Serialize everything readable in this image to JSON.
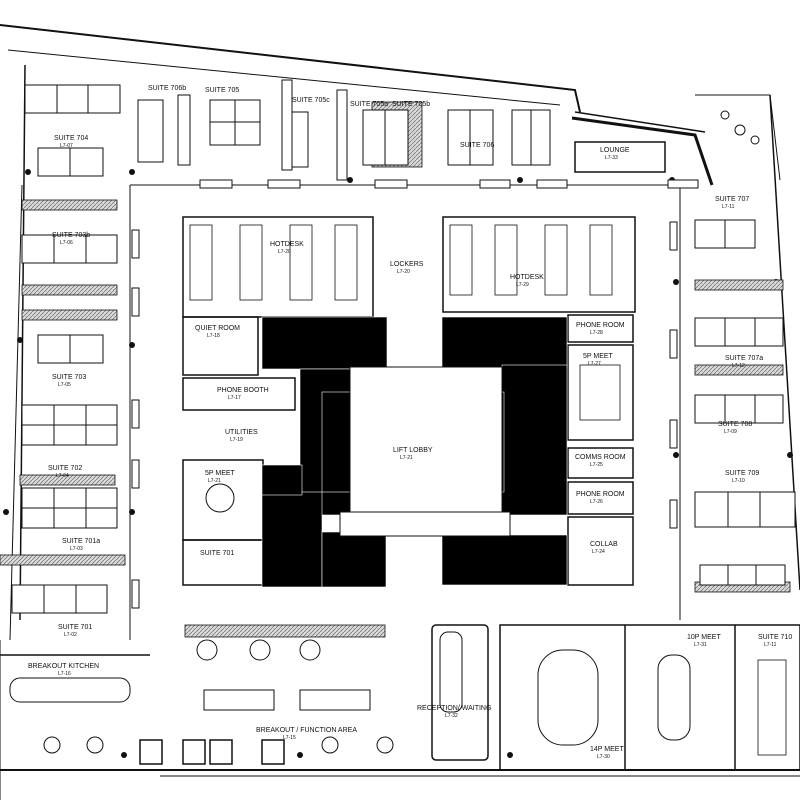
{
  "rooms": [
    {
      "id": "suite-706b",
      "name": "SUITE 706b",
      "code": ""
    },
    {
      "id": "suite-705",
      "name": "SUITE 705",
      "code": ""
    },
    {
      "id": "suite-705c",
      "name": "SUITE 705c",
      "code": ""
    },
    {
      "id": "suite-705a",
      "name": "SUITE 705a",
      "code": ""
    },
    {
      "id": "suite-705b",
      "name": "SUITE 705b",
      "code": ""
    },
    {
      "id": "suite-706",
      "name": "SUITE 706",
      "code": ""
    },
    {
      "id": "lounge",
      "name": "LOUNGE",
      "code": "L7-33"
    },
    {
      "id": "suite-704",
      "name": "SUITE 704",
      "code": "L7-07"
    },
    {
      "id": "suite-703b",
      "name": "SUITE 703b",
      "code": "L7-06"
    },
    {
      "id": "suite-703",
      "name": "SUITE 703",
      "code": "L7-05"
    },
    {
      "id": "suite-702",
      "name": "SUITE 702",
      "code": "L7-04"
    },
    {
      "id": "suite-701a",
      "name": "SUITE 701a",
      "code": "L7-03"
    },
    {
      "id": "suite-701",
      "name": "SUITE 701",
      "code": "L7-02"
    },
    {
      "id": "breakout-kitchen",
      "name": "BREAKOUT KITCHEN",
      "code": "L7-16"
    },
    {
      "id": "hotdesk-w",
      "name": "HOTDESK",
      "code": "L7-20"
    },
    {
      "id": "lockers",
      "name": "LOCKERS",
      "code": "L7-20"
    },
    {
      "id": "hotdesk-e",
      "name": "HOTDESK",
      "code": "L7-29"
    },
    {
      "id": "quiet-room",
      "name": "QUIET ROOM",
      "code": "L7-18"
    },
    {
      "id": "phone-booth",
      "name": "PHONE BOOTH",
      "code": "L7-17"
    },
    {
      "id": "utilities",
      "name": "UTILITIES",
      "code": "L7-19"
    },
    {
      "id": "meet-5p-w",
      "name": "5P MEET",
      "code": "L7-21"
    },
    {
      "id": "suite-701-int",
      "name": "SUITE 701",
      "code": ""
    },
    {
      "id": "lift-lobby",
      "name": "LIFT LOBBY",
      "code": "L7-21"
    },
    {
      "id": "phone-room-1",
      "name": "PHONE ROOM",
      "code": "L7-28"
    },
    {
      "id": "meet-5p-e",
      "name": "5P MEET",
      "code": "L7-27"
    },
    {
      "id": "comms-room",
      "name": "COMMS ROOM",
      "code": "L7-25"
    },
    {
      "id": "phone-room-2",
      "name": "PHONE ROOM",
      "code": "L7-26"
    },
    {
      "id": "collab",
      "name": "COLLAB",
      "code": "L7-24"
    },
    {
      "id": "suite-707",
      "name": "SUITE 707",
      "code": "L7-11"
    },
    {
      "id": "suite-707a",
      "name": "SUITE 707a",
      "code": "L7-12"
    },
    {
      "id": "suite-708",
      "name": "SUITE 708",
      "code": "L7-09"
    },
    {
      "id": "suite-709",
      "name": "SUITE 709",
      "code": "L7-10"
    },
    {
      "id": "meet-10p",
      "name": "10P MEET",
      "code": "L7-31"
    },
    {
      "id": "suite-710",
      "name": "SUITE 710",
      "code": "L7-11"
    },
    {
      "id": "meet-14p",
      "name": "14P MEET",
      "code": "L7-30"
    },
    {
      "id": "reception",
      "name": "RECEPTION/ WAITING",
      "code": "L7-32"
    },
    {
      "id": "breakout-function",
      "name": "BREAKOUT / FUNCTION AREA",
      "code": "L7-15"
    }
  ]
}
